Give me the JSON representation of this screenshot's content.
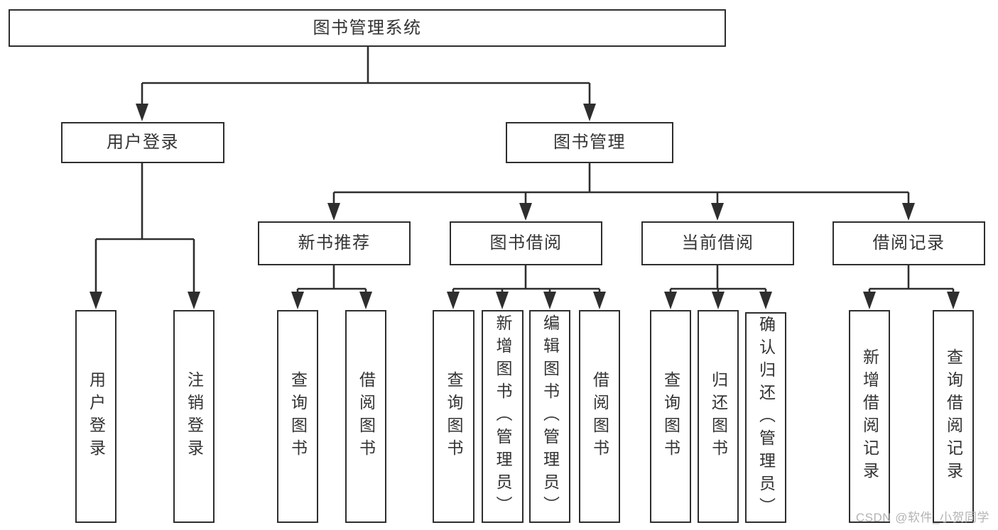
{
  "tree": {
    "root": {
      "label": "图书管理系统",
      "children": [
        {
          "label": "用户登录",
          "children": [
            {
              "label": "用户登录"
            },
            {
              "label": "注销登录"
            }
          ]
        },
        {
          "label": "图书管理",
          "children": [
            {
              "label": "新书推荐",
              "children": [
                {
                  "label": "查询图书"
                },
                {
                  "label": "借阅图书"
                }
              ]
            },
            {
              "label": "图书借阅",
              "children": [
                {
                  "label": "查询图书"
                },
                {
                  "label": "新增图书（管理员）"
                },
                {
                  "label": "编辑图书（管理员）"
                },
                {
                  "label": "借阅图书"
                }
              ]
            },
            {
              "label": "当前借阅",
              "children": [
                {
                  "label": "查询图书"
                },
                {
                  "label": "归还图书"
                },
                {
                  "label": "确认归还（管理员）"
                }
              ]
            },
            {
              "label": "借阅记录",
              "children": [
                {
                  "label": "新增借阅记录"
                },
                {
                  "label": "查询借阅记录"
                }
              ]
            }
          ]
        }
      ]
    }
  },
  "watermark": "CSDN @软件_小贺同学",
  "colors": {
    "line": "#2e2e2e",
    "text": "#333333",
    "watermark": "#b3b3b3",
    "background": "#ffffff"
  }
}
